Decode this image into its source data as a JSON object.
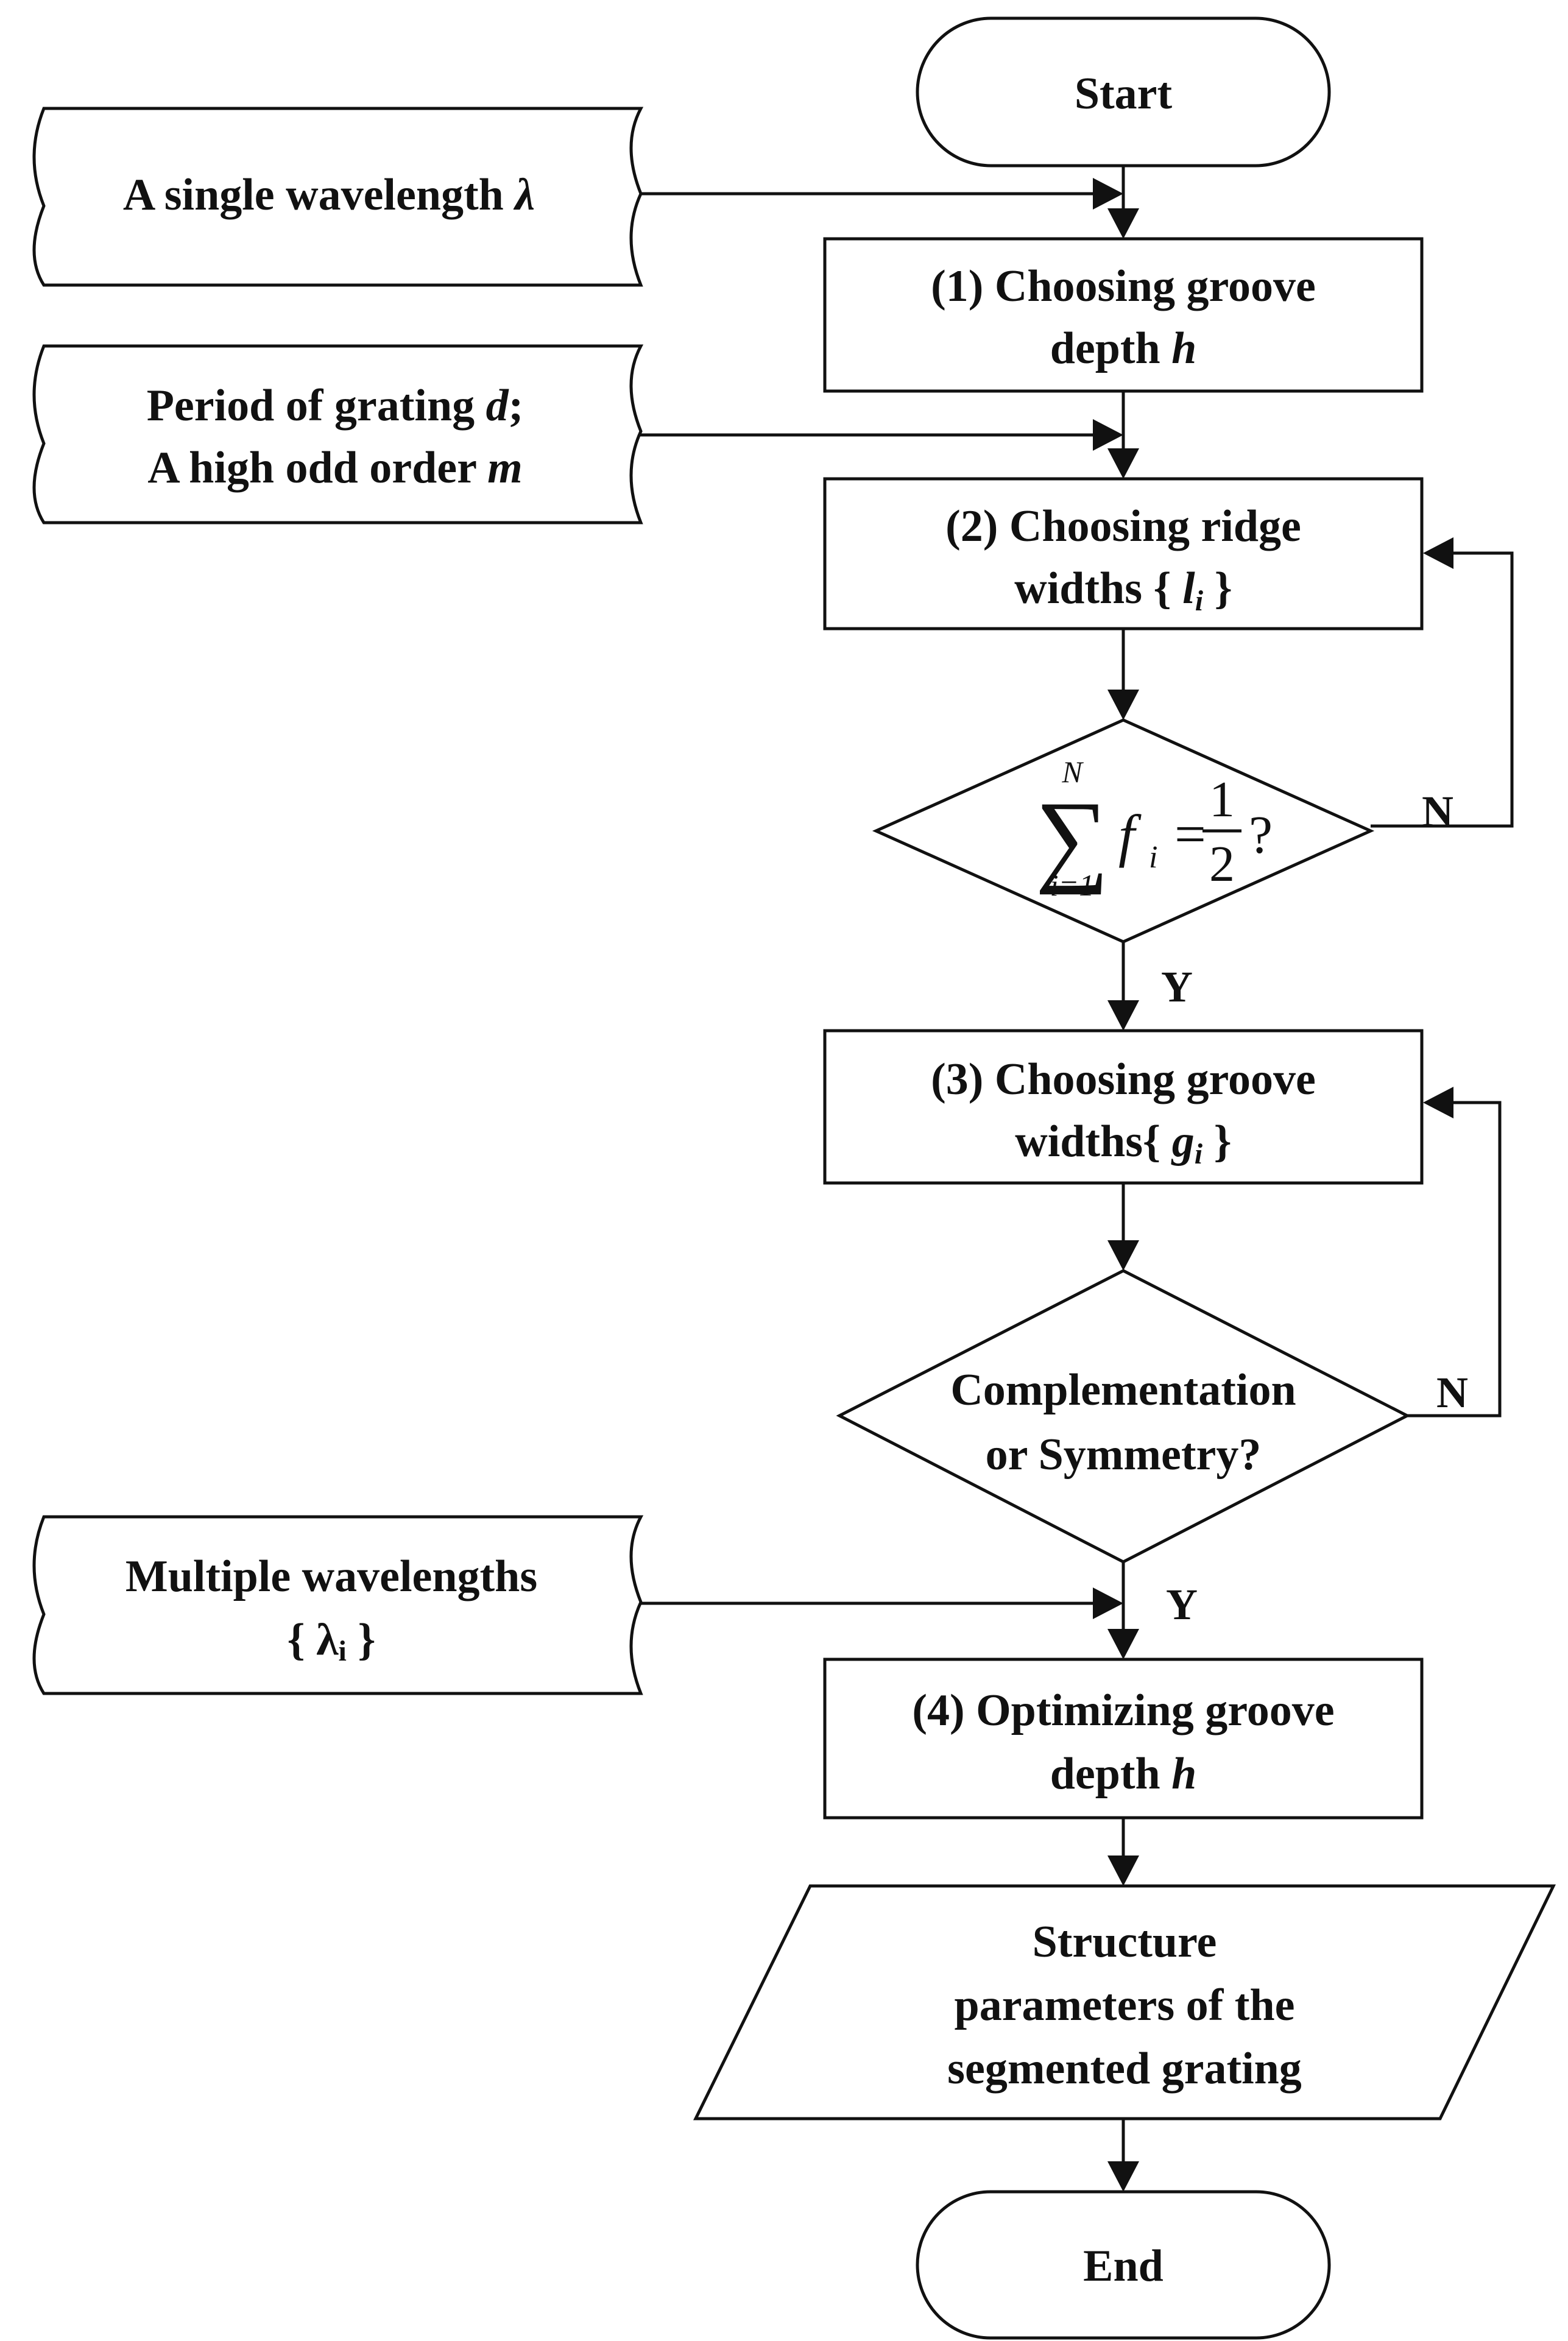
{
  "nodes": {
    "start": {
      "label": "Start"
    },
    "input_wavelength": {
      "text": "A single wavelength ",
      "symbol": "λ"
    },
    "step1": {
      "line1": "(1) Choosing groove",
      "line2": "depth ",
      "line2_symbol": "h"
    },
    "input_period": {
      "line1": "Period of grating ",
      "line1_symbol": "d",
      "line1_end": ";",
      "line2": "A high odd order ",
      "line2_symbol": "m"
    },
    "step2": {
      "line1": "(2) Choosing ridge",
      "line2": "widths { ",
      "line2_symbol": "l",
      "line2_sub": "i",
      "line2_end": " }"
    },
    "decision1": {
      "sum_symbol": "∑",
      "upper_limit": "N",
      "lower_limit": "i=1",
      "term": "f",
      "term_sub": "i",
      "equals": "=",
      "numerator": "1",
      "denominator": "2",
      "question": "?"
    },
    "step3": {
      "line1": "(3) Choosing groove",
      "line2": "widths{ ",
      "line2_symbol": "g",
      "line2_sub": "i",
      "line2_end": " }"
    },
    "decision2": {
      "line1": "Complementation",
      "line2": "or Symmetry?"
    },
    "input_multi": {
      "line1": "Multiple wavelengths",
      "line2": "{ λ",
      "line2_sub": "i",
      "line2_end": " }"
    },
    "step4": {
      "line1": "(4) Optimizing groove",
      "line2": "depth ",
      "line2_symbol": "h"
    },
    "output": {
      "line1": "Structure",
      "line2": "parameters of the",
      "line3": "segmented grating"
    },
    "end": {
      "label": "End"
    }
  },
  "edges": {
    "decision1_no": "N",
    "decision1_yes": "Y",
    "decision2_no": "N",
    "decision2_yes": "Y"
  }
}
